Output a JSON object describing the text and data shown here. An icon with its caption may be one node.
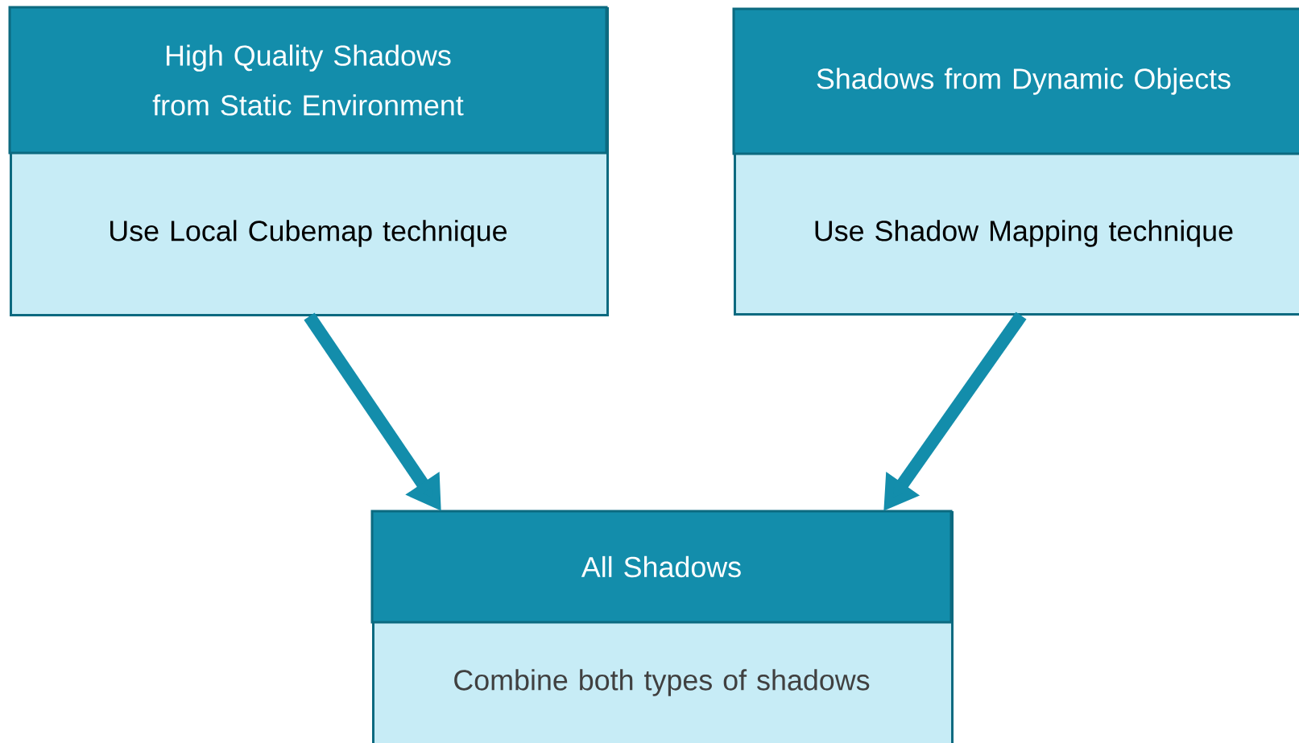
{
  "diagram": {
    "nodes": [
      {
        "text": [
          "High Quality Shadows from Static Environment",
          "Use Local Cubemap technique"
        ]
      },
      {
        "text": [
          "Shadows from Dynamic Objects",
          "Use Shadow Mapping technique"
        ]
      },
      {
        "text": [
          "All Shadows",
          "Combine both types of shadows"
        ]
      }
    ],
    "edges": [
      {
        "from": 0,
        "to": 2,
        "arrow": "to"
      },
      {
        "from": 1,
        "to": 2,
        "arrow": "to"
      }
    ]
  }
}
